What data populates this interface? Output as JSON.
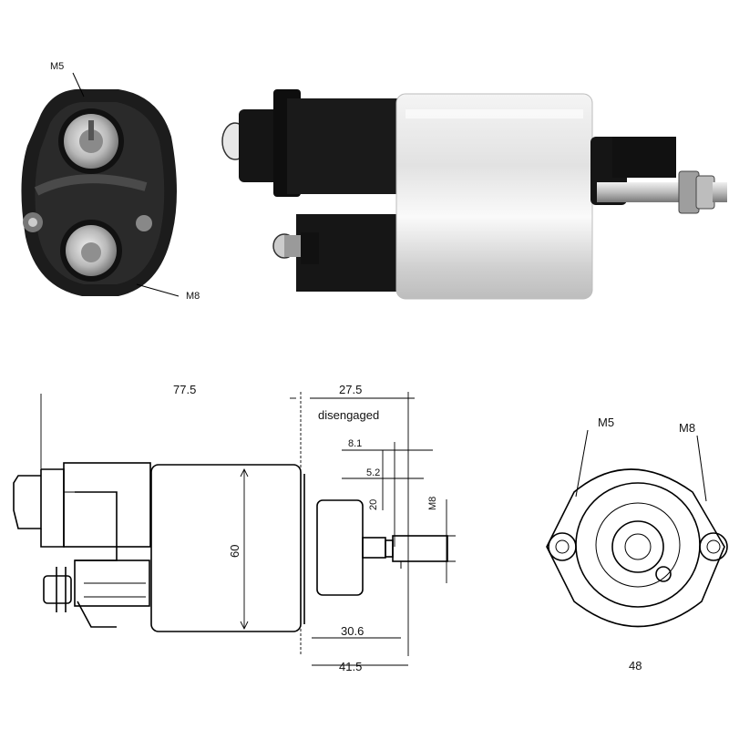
{
  "photo": {
    "end_view_top_label": "M5",
    "end_view_bottom_label": "M8"
  },
  "drawing": {
    "dim_top_left": "77.5",
    "dim_top_right": "27.5",
    "dim_engaged_label": "disengaged",
    "dim_a": "8.1",
    "dim_b": "5.2",
    "dim_c": "20",
    "dim_thread": "M8",
    "dim_diameter": "60",
    "dim_bottom_a": "30.6",
    "dim_bottom_b": "41.5"
  },
  "end_view": {
    "label_left": "M5",
    "label_right": "M8",
    "label_bottom": "48"
  }
}
